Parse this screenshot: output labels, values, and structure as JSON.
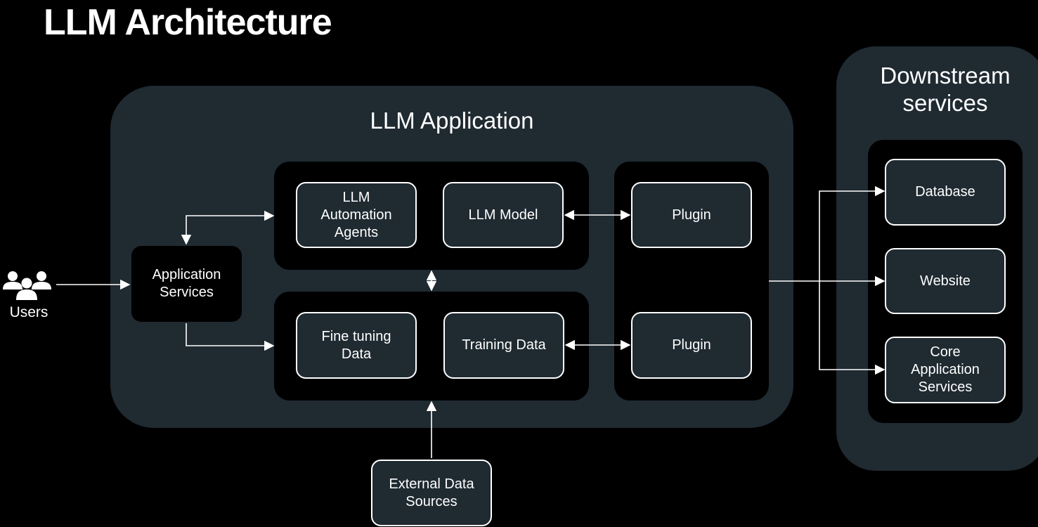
{
  "title": "LLM Architecture",
  "users": {
    "label": "Users",
    "icon": "users-icon"
  },
  "llm_application": {
    "title": "LLM Application",
    "application_services": "Application\nServices",
    "agents": "LLM\nAutomation\nAgents",
    "model": "LLM Model",
    "fine_tuning": "Fine tuning\nData",
    "training": "Training Data",
    "plugin_top": "Plugin",
    "plugin_bottom": "Plugin"
  },
  "external_sources": "External Data\nSources",
  "downstream": {
    "title": "Downstream\nservices",
    "database": "Database",
    "website": "Website",
    "core": "Core\nApplication\nServices"
  },
  "colors": {
    "background": "#000000",
    "panel": "#1f2a31",
    "stroke": "#ffffff"
  }
}
